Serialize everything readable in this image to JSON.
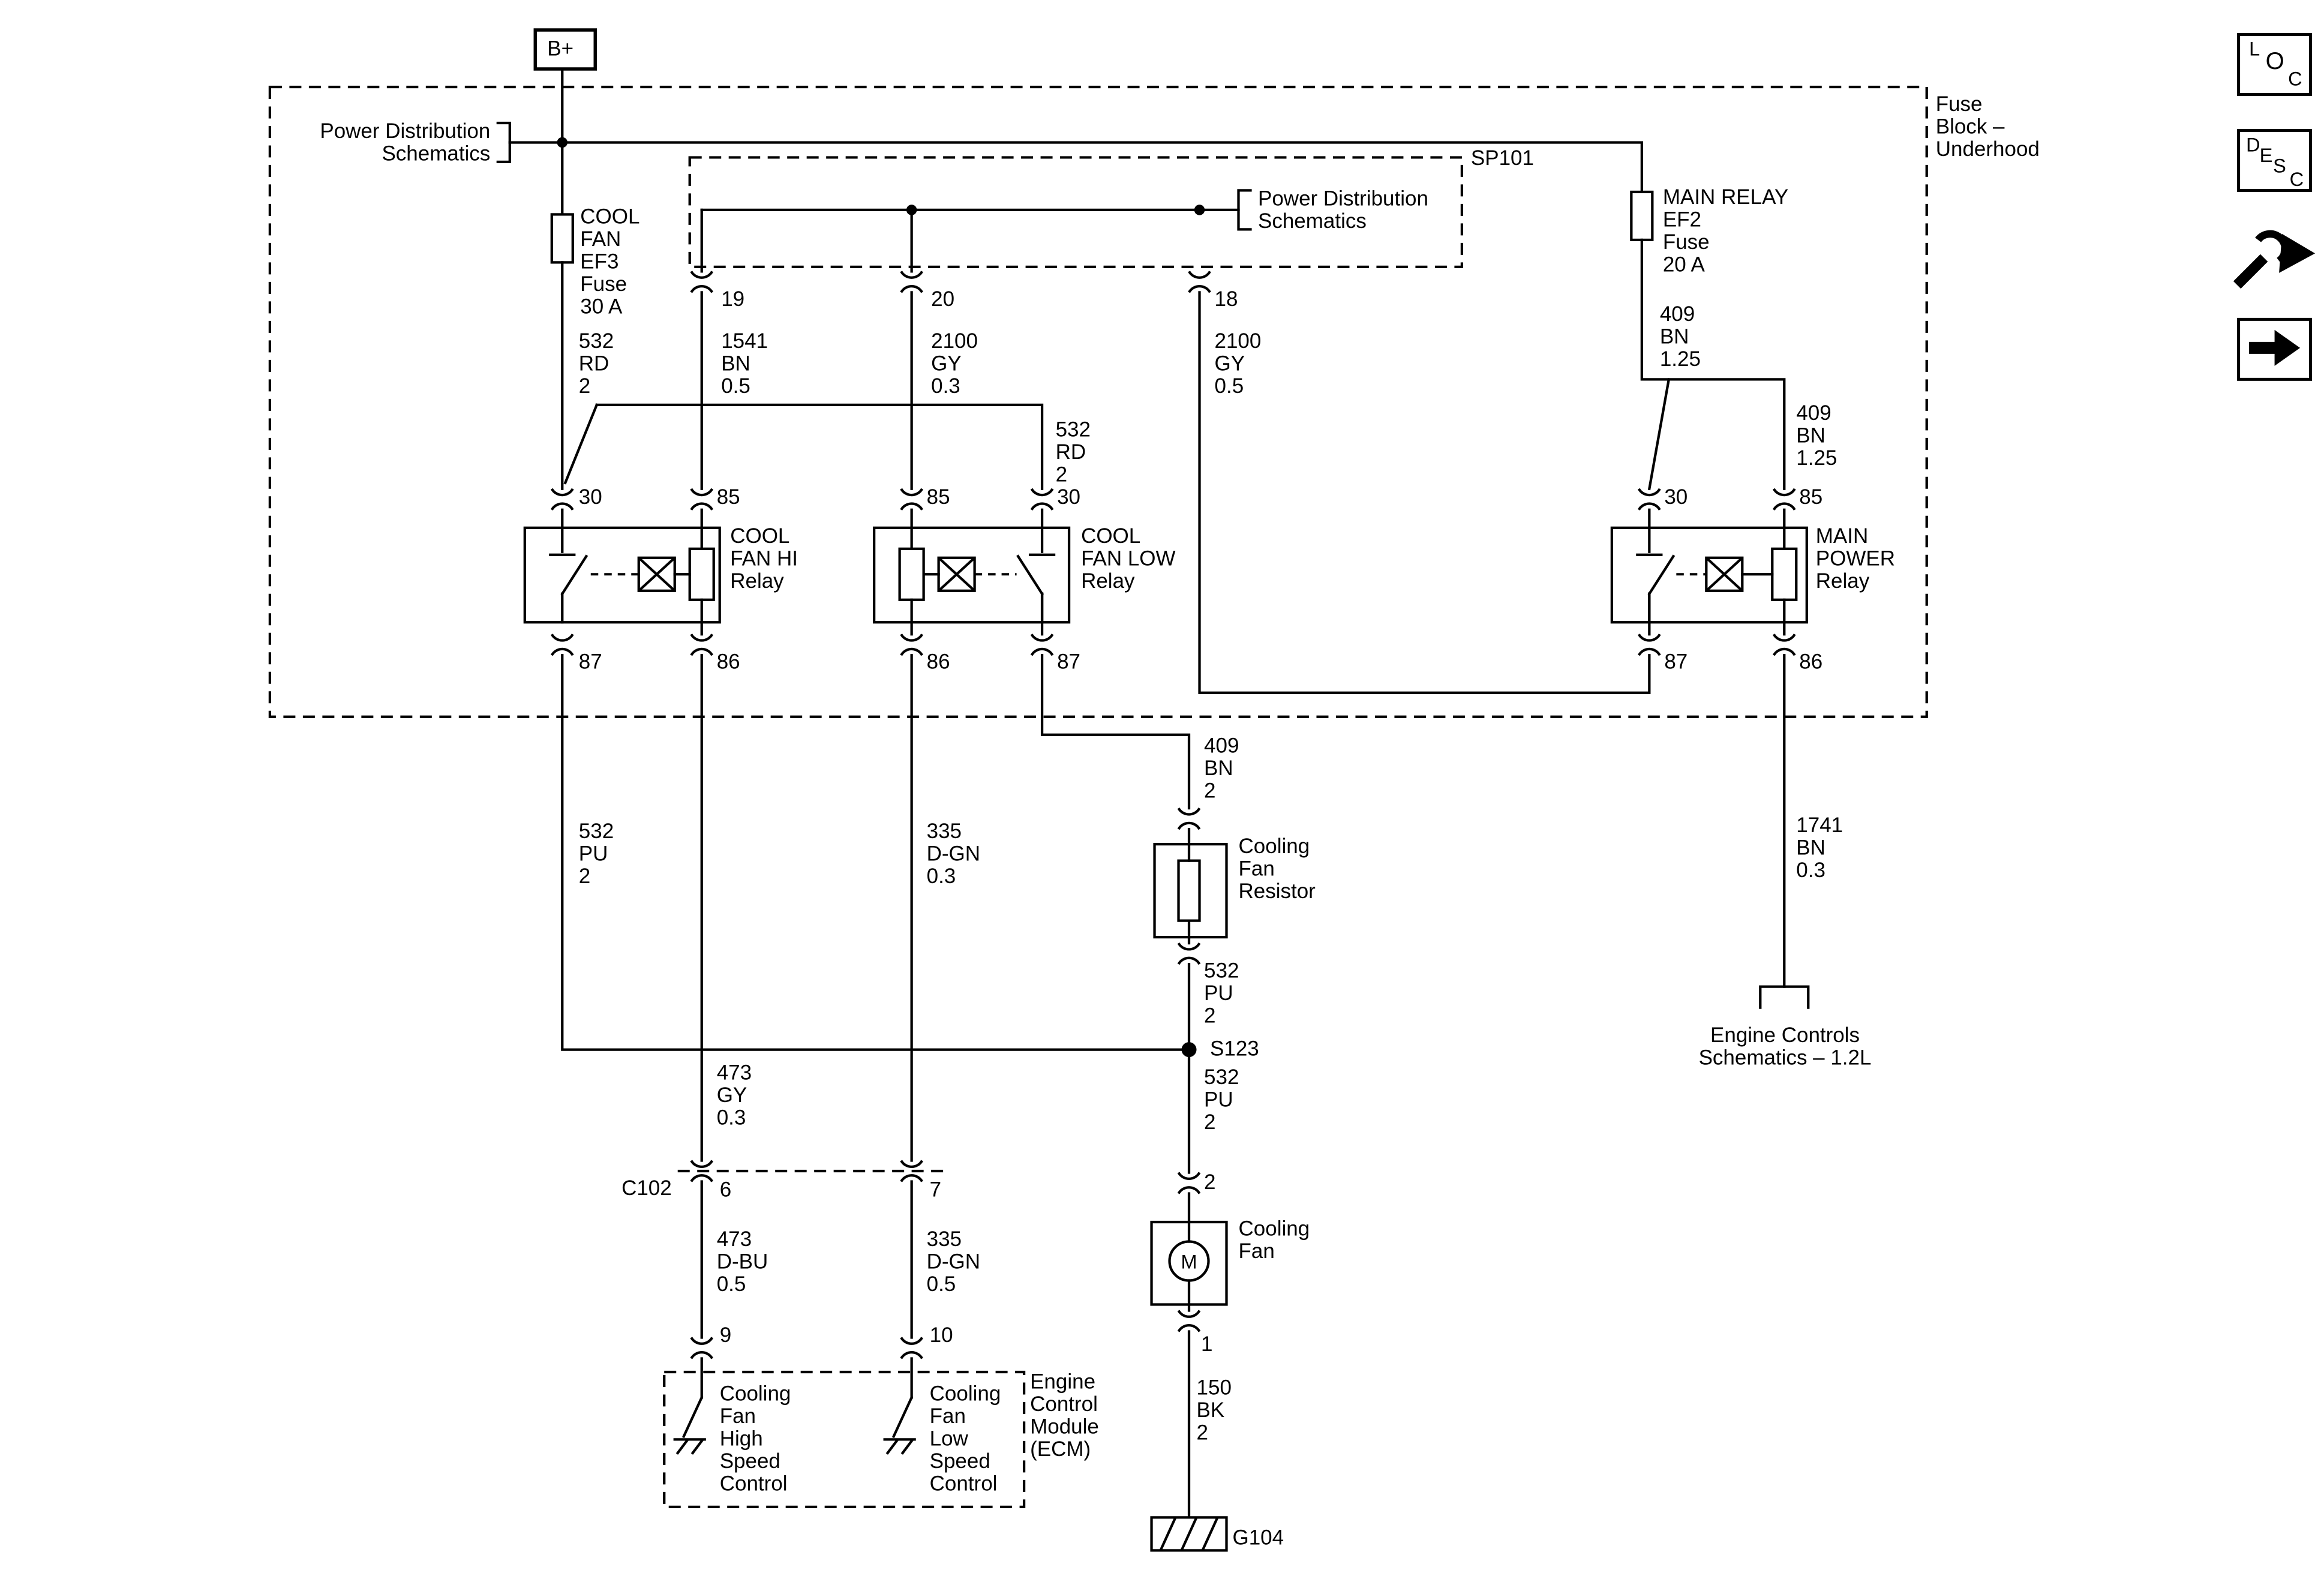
{
  "colors": {
    "ink": "#000000",
    "paper": "#ffffff"
  },
  "power": {
    "bplus": "B+",
    "power_dist_ref": "Power Distribution\nSchematics",
    "fuse_block_label": "Fuse\nBlock –\nUnderhood",
    "sp101_label": "SP101",
    "sp101_power_dist_ref": "Power Distribution\nSchematics",
    "fuse_ef3_label": "COOL\nFAN\nEF3\nFuse\n30 A",
    "fuse_ef2_label": "MAIN RELAY\nEF2\nFuse\n20 A",
    "sp101_pins": {
      "p19": "19",
      "p20": "20",
      "p18": "18"
    }
  },
  "wire_labels": {
    "rd532_main": "532\nRD\n2",
    "bn1541": "1541\nBN\n0.5",
    "gy2100_03": "2100\nGY\n0.3",
    "gy2100_05": "2100\nGY\n0.5",
    "bn409_125_fuse": "409\nBN\n1.25",
    "rd532_branch": "532\nRD\n2",
    "bn409_125_coil": "409\nBN\n1.25",
    "pu532_hi": "532\nPU\n2",
    "dgn335_03": "335\nD-GN\n0.3",
    "bn409_2": "409\nBN\n2",
    "pu532_res": "532\nPU\n2",
    "pu532_fan": "532\nPU\n2",
    "gy473": "473\nGY\n0.3",
    "dbu473": "473\nD-BU\n0.5",
    "dgn335_05": "335\nD-GN\n0.5",
    "bn1741": "1741\nBN\n0.3",
    "bk150": "150\nBK\n2"
  },
  "relays": {
    "hi": {
      "label": "COOL\nFAN HI\nRelay",
      "pin30": "30",
      "pin85": "85",
      "pin86": "86",
      "pin87": "87"
    },
    "low": {
      "label": "COOL\nFAN LOW\nRelay",
      "pin30": "30",
      "pin85": "85",
      "pin86": "86",
      "pin87": "87"
    },
    "main": {
      "label": "MAIN\nPOWER\nRelay",
      "pin30": "30",
      "pin85": "85",
      "pin86": "86",
      "pin87": "87"
    }
  },
  "components": {
    "resistor_label": "Cooling\nFan\nResistor",
    "fan_label": "Cooling\nFan",
    "motor": "M",
    "splice": "S123",
    "ground": "G104",
    "engine_controls_ref": "Engine Controls\nSchematics – 1.2L"
  },
  "connectors": {
    "c102": "C102",
    "pin6": "6",
    "pin7": "7",
    "pin9": "9",
    "pin10": "10",
    "fan_pin2": "2",
    "fan_pin1": "1"
  },
  "ecm": {
    "label": "Engine\nControl\nModule\n(ECM)",
    "high_speed": "Cooling\nFan\nHigh\nSpeed\nControl",
    "low_speed": "Cooling\nFan\nLow\nSpeed\nControl"
  },
  "nav_icons": {
    "loc": [
      "L",
      "O",
      "C"
    ],
    "desc": [
      "D",
      "E",
      "S",
      "C"
    ]
  }
}
